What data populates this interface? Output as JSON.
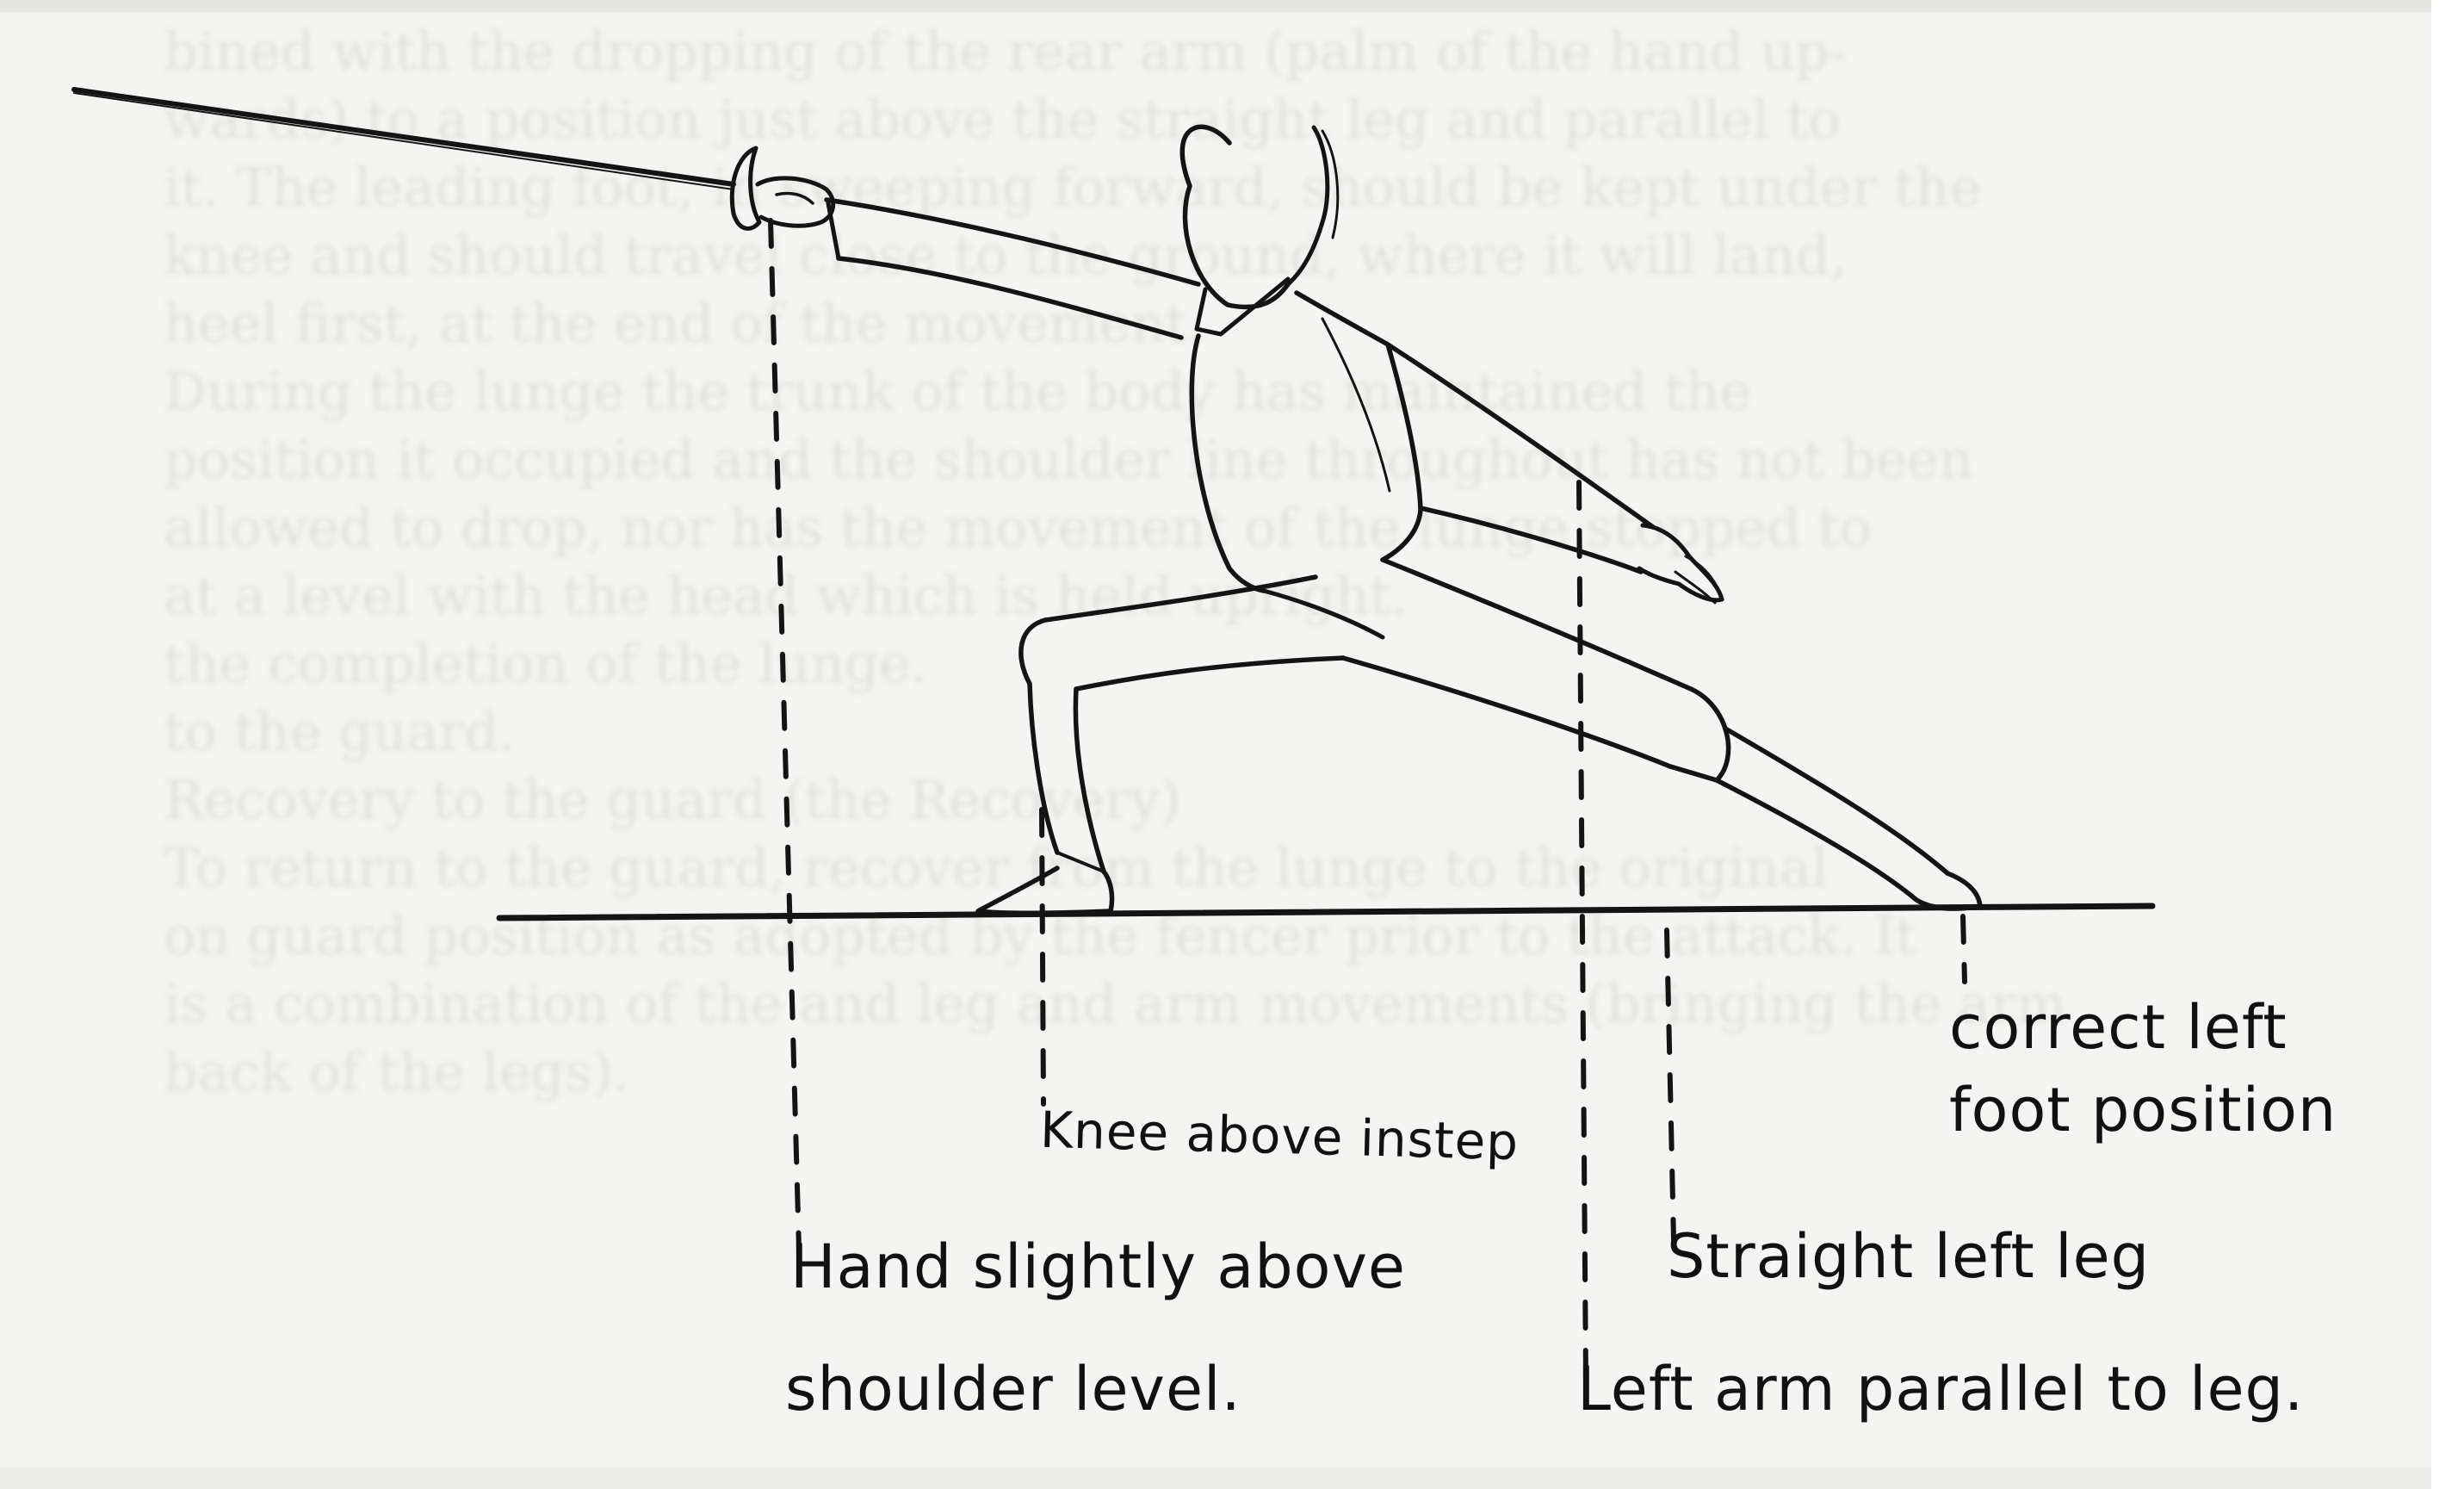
{
  "figure": {
    "annotations": {
      "knee": "Knee above instep",
      "hand_line1": "Hand slightly above",
      "hand_line2": "shoulder level.",
      "straight_leg": "Straight left leg",
      "left_arm": "Left arm parallel to leg.",
      "foot_line1": "correct left",
      "foot_line2": "foot position"
    }
  },
  "background_text": [
    "bined with the dropping of the rear arm (palm of the hand up-",
    "wards) to a position just above the straight leg and parallel to",
    "it. The leading foot, in sweeping forward, should be kept under the",
    "knee and should travel close to the ground, where it will land,",
    "heel first, at the end of the movement.",
    "During the lunge the trunk of the body has maintained the",
    "position it occupied and the shoulder line throughout has not been",
    "allowed to drop, nor has the movement of the lunge stopped to",
    "at a level with the head which is held upright.",
    "",
    "the completion of the lunge.",
    "",
    "",
    "to the guard.",
    "",
    "Recovery to the guard (the Recovery)",
    "To return to the guard, recover from the lunge to the original",
    "on guard position as adopted by the fencer prior to the attack. It",
    "is a combination of the and leg and arm movements (bringing the arm",
    "back of the legs)."
  ]
}
